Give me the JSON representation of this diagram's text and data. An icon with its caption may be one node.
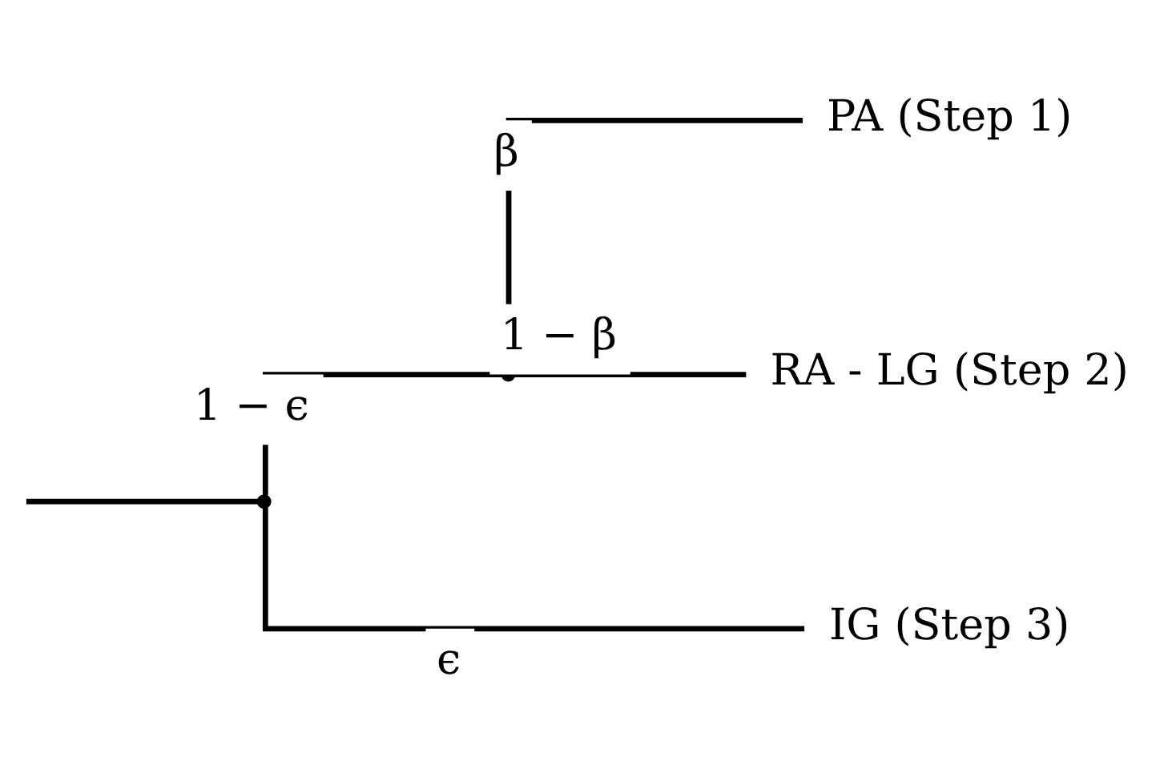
{
  "diagram": {
    "nodes": [
      {
        "text": [],
        "shape": "point"
      },
      {
        "text": [],
        "shape": "point"
      },
      {
        "text": [
          "PA (Step 1)"
        ]
      },
      {
        "text": [
          "RA - LG (Step 2)"
        ]
      },
      {
        "text": [
          "IG (Step 3)"
        ]
      }
    ],
    "edges": [
      {
        "from": null,
        "to": 0,
        "arrow": "none"
      },
      {
        "from": 0,
        "to": 1,
        "arrow": "none",
        "label": "1 − ϵ"
      },
      {
        "from": 1,
        "to": 2,
        "arrow": "none",
        "label": "β"
      },
      {
        "from": 1,
        "to": 3,
        "arrow": "none",
        "label": "1 − β"
      },
      {
        "from": 0,
        "to": 4,
        "arrow": "none",
        "label": "ϵ"
      }
    ]
  }
}
